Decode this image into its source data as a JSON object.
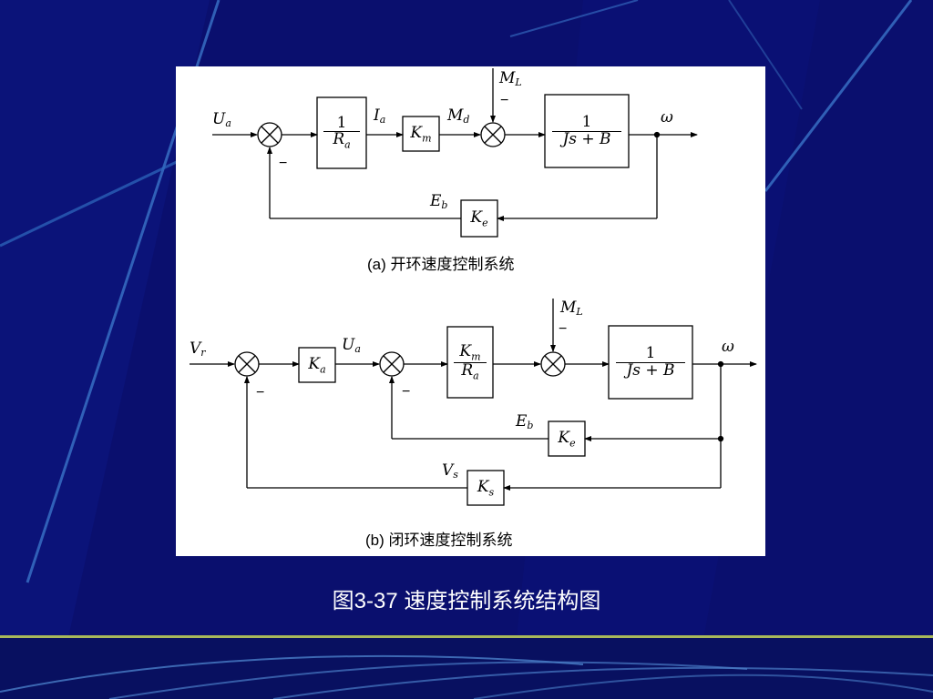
{
  "diagram_a": {
    "caption": "(a) 开环速度控制系统",
    "input": "U",
    "input_sub": "a",
    "g1_num": "1",
    "g1_den_var": "R",
    "g1_den_sub": "a",
    "sig_ia": "I",
    "sig_ia_sub": "a",
    "km_var": "K",
    "km_sub": "m",
    "sig_md": "M",
    "sig_md_sub": "d",
    "load": "M",
    "load_sub": "L",
    "plant_num": "1",
    "plant_den": "Js + B",
    "output": "ω",
    "fb_sig": "E",
    "fb_sig_sub": "b",
    "fb_var": "K",
    "fb_sub": "e",
    "minus": "−"
  },
  "diagram_b": {
    "caption": "(b) 闭环速度控制系统",
    "input": "V",
    "input_sub": "r",
    "ka_var": "K",
    "ka_sub": "a",
    "sig_ua": "U",
    "sig_ua_sub": "a",
    "g_num_var": "K",
    "g_num_sub": "m",
    "g_den_var": "R",
    "g_den_sub": "a",
    "load": "M",
    "load_sub": "L",
    "plant_num": "1",
    "plant_den": "Js + B",
    "output": "ω",
    "eb": "E",
    "eb_sub": "b",
    "ke_var": "K",
    "ke_sub": "e",
    "vs": "V",
    "vs_sub": "s",
    "ks_var": "K",
    "ks_sub": "s",
    "minus": "−"
  },
  "slide_caption": "图3-37  速度控制系统结构图"
}
